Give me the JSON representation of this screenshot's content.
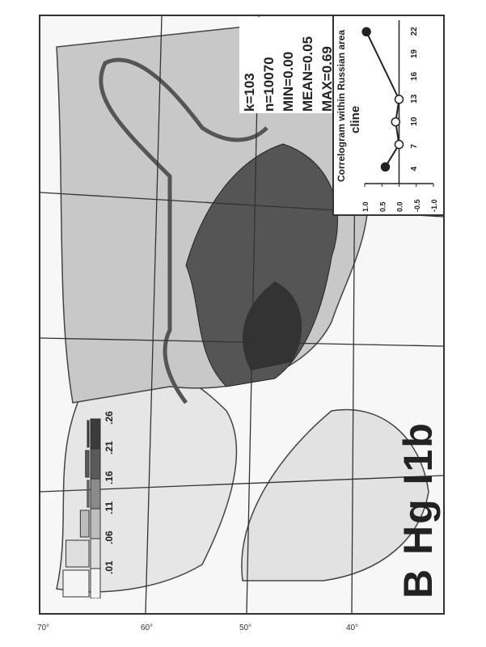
{
  "figure_label": "B",
  "marker_name": "Hg I1b",
  "stats": {
    "k": "k=103",
    "n": "n=10070",
    "min": "MIN=0.00",
    "mean": "MEAN=0.05",
    "max": "MAX=0.69"
  },
  "latitude_labels": [
    "70°",
    "60°",
    "50°",
    "40°"
  ],
  "legend": {
    "tick_labels": [
      ".01",
      ".06",
      ".11",
      ".16",
      ".21",
      ".26"
    ],
    "class_colors": [
      "#f4f4f4",
      "#dedede",
      "#bdbdbd",
      "#8a8a8a",
      "#5a5a5a",
      "#3a3a3a"
    ],
    "histogram_fraction": [
      0.45,
      0.4,
      0.15,
      0.03,
      0.06,
      0.02
    ]
  },
  "chart_data": {
    "type": "line",
    "title": "Correlogram within Russian area",
    "subtitle": "cline",
    "x_ticks": [
      "4",
      "7",
      "10",
      "13",
      "16",
      "19",
      "22"
    ],
    "y_ticks": [
      "1.0",
      "0.5",
      "0.0",
      "-0.5",
      "-1.0"
    ],
    "ylim": [
      -1.0,
      1.0
    ],
    "xlim": [
      2,
      23
    ],
    "points": [
      {
        "x": 4,
        "y": 0.4,
        "significant": true
      },
      {
        "x": 7,
        "y": 0.0,
        "significant": false
      },
      {
        "x": 10,
        "y": 0.1,
        "significant": false
      },
      {
        "x": 13,
        "y": 0.0,
        "significant": false
      },
      {
        "x": 22,
        "y": 0.95,
        "significant": true
      }
    ]
  }
}
